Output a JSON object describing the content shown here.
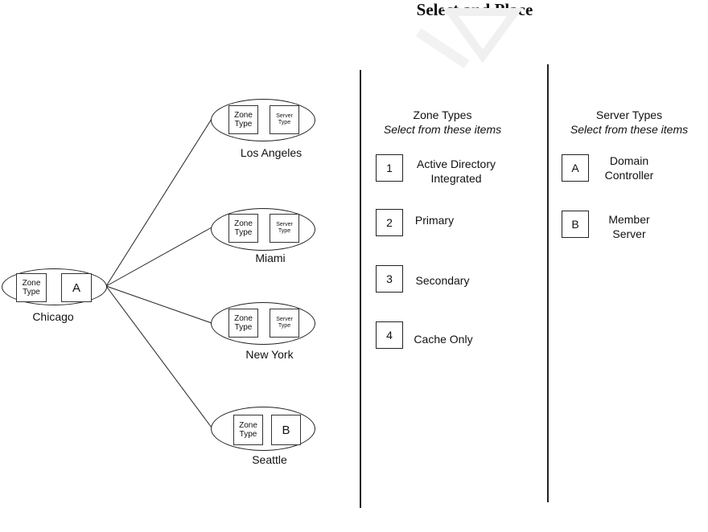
{
  "title": "Select and Place",
  "zone_column": {
    "heading": "Zone Types",
    "subheading": "Select from these items",
    "items": [
      {
        "id": "1",
        "label": "Active Directory\nIntegrated"
      },
      {
        "id": "2",
        "label": "Primary"
      },
      {
        "id": "3",
        "label": "Secondary"
      },
      {
        "id": "4",
        "label": "Cache Only"
      }
    ]
  },
  "server_column": {
    "heading": "Server Types",
    "subheading": "Select from these items",
    "items": [
      {
        "id": "A",
        "label": "Domain\nController"
      },
      {
        "id": "B",
        "label": "Member\nServer"
      }
    ]
  },
  "sites": [
    {
      "name": "Chicago",
      "zone_slot": "Zone\nType",
      "server_slot": "A"
    },
    {
      "name": "Los Angeles",
      "zone_slot": "Zone\nType",
      "server_slot": "Server\nType"
    },
    {
      "name": "Miami",
      "zone_slot": "Zone\nType",
      "server_slot": "Server\nType"
    },
    {
      "name": "New York",
      "zone_slot": "Zone\nType",
      "server_slot": "Server\nType"
    },
    {
      "name": "Seattle",
      "zone_slot": "Zone\nType",
      "server_slot": "B"
    }
  ]
}
